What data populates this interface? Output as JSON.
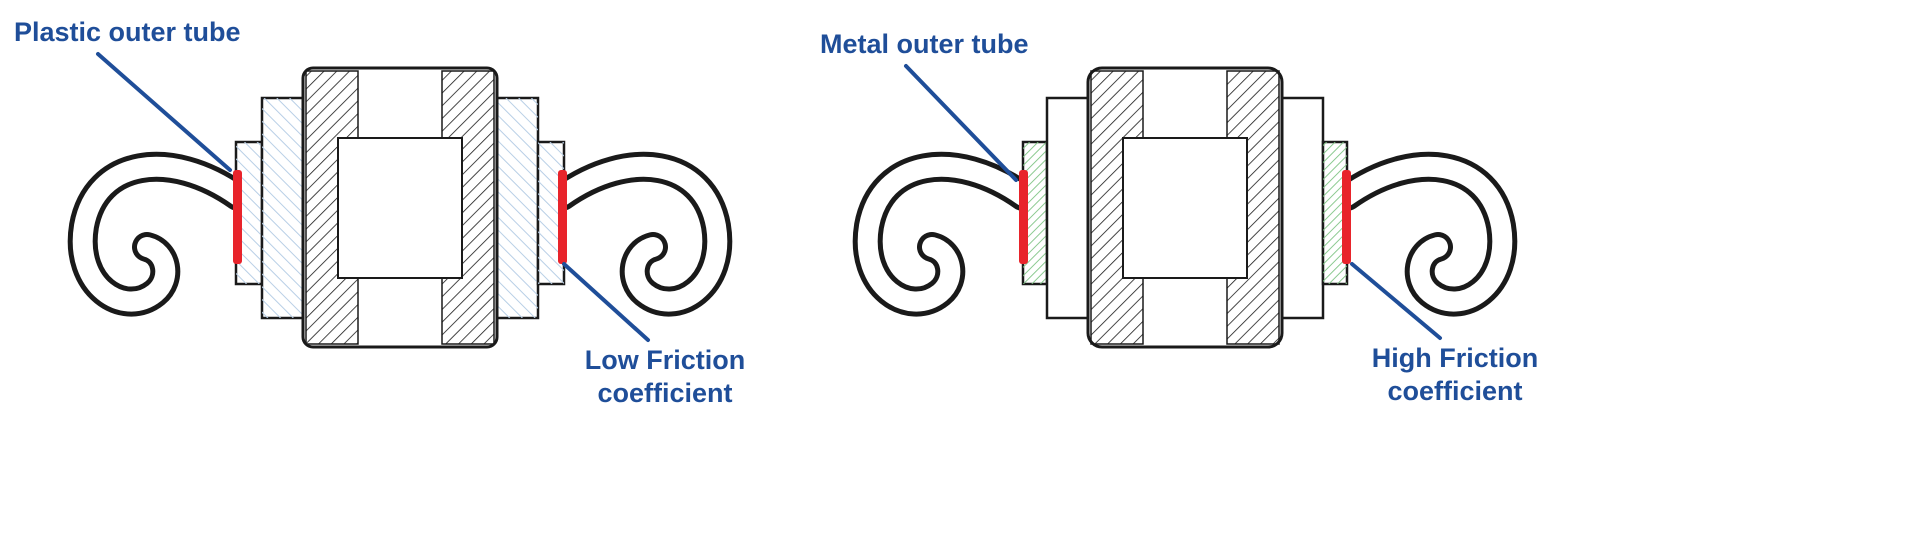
{
  "diagram": {
    "left": {
      "tube_label": "Plastic outer tube",
      "friction_label_line1": "Low Friction",
      "friction_label_line2": "coefficient"
    },
    "right": {
      "tube_label": "Metal outer tube",
      "friction_label_line1": "High Friction",
      "friction_label_line2": "coefficient"
    },
    "colors": {
      "label_text": "#1f4e99",
      "leader_line": "#1f4e99",
      "friction_highlight": "#e8242b",
      "plastic_hatch": "#b8cfe6",
      "metal_hatch": "#7dc383",
      "outline": "#1a1a1a"
    }
  }
}
